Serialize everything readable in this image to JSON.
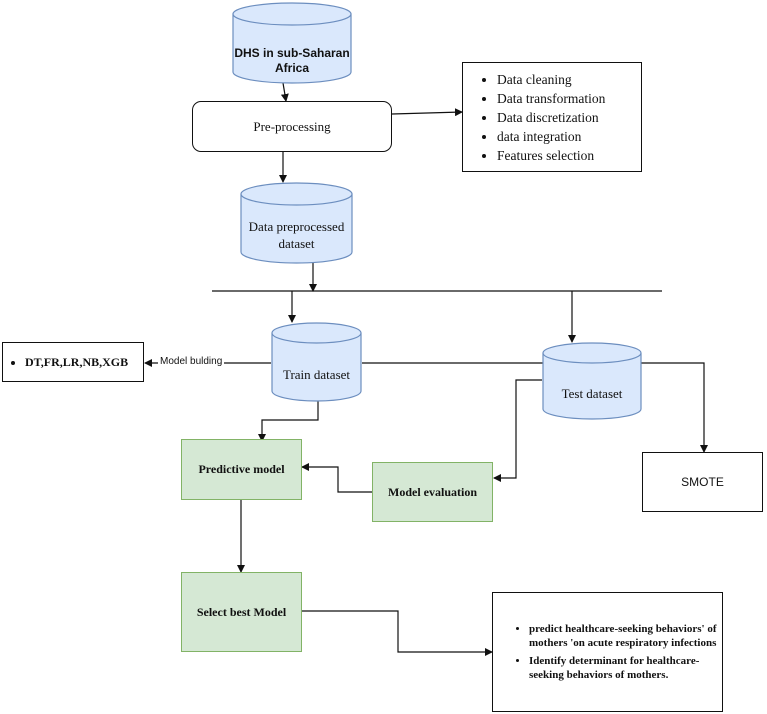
{
  "nodes": {
    "dhs": {
      "label": "DHS in sub-Saharan Africa"
    },
    "preprocessing": {
      "label": "Pre-processing"
    },
    "preprocessing_steps": {
      "items": [
        "Data cleaning",
        "Data transformation",
        "Data discretization",
        "data integration",
        "Features selection"
      ]
    },
    "preprocessed": {
      "label": "Data preprocessed dataset"
    },
    "train": {
      "label": "Train dataset"
    },
    "test": {
      "label": "Test dataset"
    },
    "models": {
      "items": [
        "DT,FR,LR,NB,XGB"
      ]
    },
    "smote": {
      "label": "SMOTE"
    },
    "predictive": {
      "label": "Predictive model"
    },
    "evaluation": {
      "label": "Model evaluation"
    },
    "select_best": {
      "label": "Select best Model"
    },
    "outcomes": {
      "items": [
        " predict healthcare-seeking behaviors' of mothers 'on acute respiratory infections",
        "Identify determinant for healthcare-seeking behaviors of mothers."
      ]
    }
  },
  "edges": {
    "model_building_label": "Model bulding"
  },
  "colors": {
    "cylinder_fill": "#dae8fc",
    "cylinder_stroke": "#6c8ebf",
    "green_fill": "#d5e8d4",
    "green_stroke": "#82b366"
  }
}
